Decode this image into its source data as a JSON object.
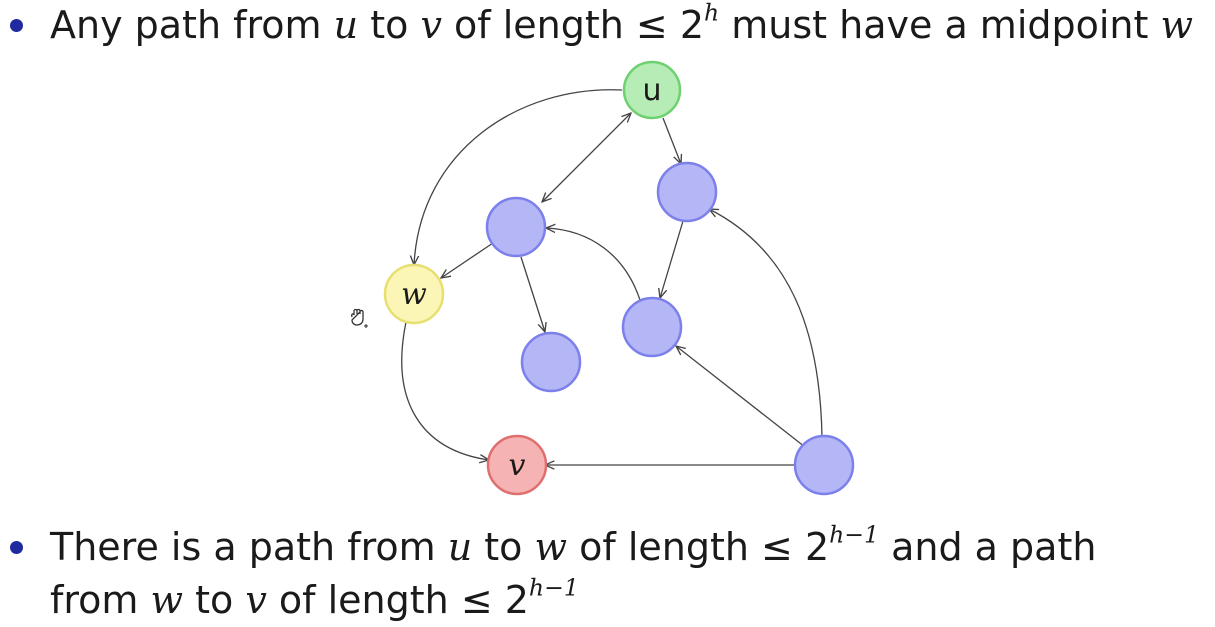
{
  "bullet1": {
    "t1": "Any path from ",
    "u": "u",
    "t2": " to ",
    "v": "v",
    "t3": " of length ≤ 2",
    "exp": "h",
    "t4": " must have a midpoint ",
    "w": "w"
  },
  "bullet2": {
    "line1": {
      "t1": "There is a path from ",
      "u": "u",
      "t2": " to ",
      "w": "w",
      "t3": " of length ≤ 2",
      "exp": "h−1",
      "t4": " and a path"
    },
    "line2": {
      "t1": "from ",
      "w": "w",
      "t2": " to ",
      "v": "v",
      "t3": " of length ≤ 2",
      "exp": "h−1"
    }
  },
  "graph": {
    "labels": {
      "u": "u",
      "w": "w",
      "v": "v"
    },
    "colors": {
      "u_fill": "#b6ecb6",
      "u_stroke": "#6fd06f",
      "w_fill": "#fbf6b6",
      "w_stroke": "#e7df72",
      "v_fill": "#f6b3b3",
      "v_stroke": "#df6f6f",
      "node_fill": "#b4b6f6",
      "node_stroke": "#7c80ea",
      "edge": "#444444",
      "bullet": "#1f2a9e"
    }
  },
  "cursor": "hand-cursor-icon"
}
